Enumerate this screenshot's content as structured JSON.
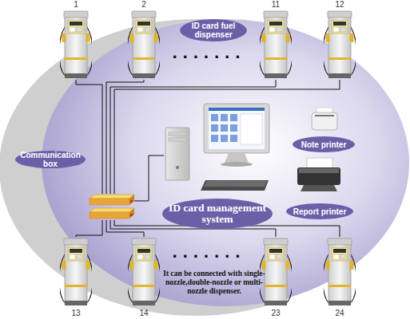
{
  "diagram": {
    "nodes": [
      {
        "text": [
          "1"
        ]
      },
      {
        "text": [
          "2"
        ]
      },
      {
        "text": [
          "ID card fuel dispenser"
        ]
      },
      {
        "text": [
          "11"
        ]
      },
      {
        "text": [
          "12"
        ]
      },
      {
        "text": [
          "Note printer"
        ]
      },
      {
        "text": [
          "Communication box"
        ]
      },
      {
        "text": [
          "ID card management system"
        ]
      },
      {
        "text": [
          "Report printer"
        ]
      },
      {
        "text": [
          "13"
        ]
      },
      {
        "text": [
          "14"
        ]
      },
      {
        "text": [
          "23"
        ]
      },
      {
        "text": [
          "24"
        ]
      }
    ],
    "edges": [
      {
        "from": 0,
        "to": 6,
        "arrow": "none"
      },
      {
        "from": 1,
        "to": 6,
        "arrow": "none"
      },
      {
        "from": 3,
        "to": 6,
        "arrow": "none"
      },
      {
        "from": 4,
        "to": 6,
        "arrow": "none"
      },
      {
        "from": 9,
        "to": 6,
        "arrow": "none"
      },
      {
        "from": 10,
        "to": 6,
        "arrow": "none"
      },
      {
        "from": 11,
        "to": 6,
        "arrow": "none"
      },
      {
        "from": 12,
        "to": 6,
        "arrow": "none"
      },
      {
        "from": 6,
        "to": 7,
        "arrow": "none"
      }
    ],
    "labels": [
      "· · · · · · ·",
      "· · · · · · ·",
      "It can be connected with single-nozzle,double-nozzle or multi-nozzle dispenser."
    ]
  }
}
